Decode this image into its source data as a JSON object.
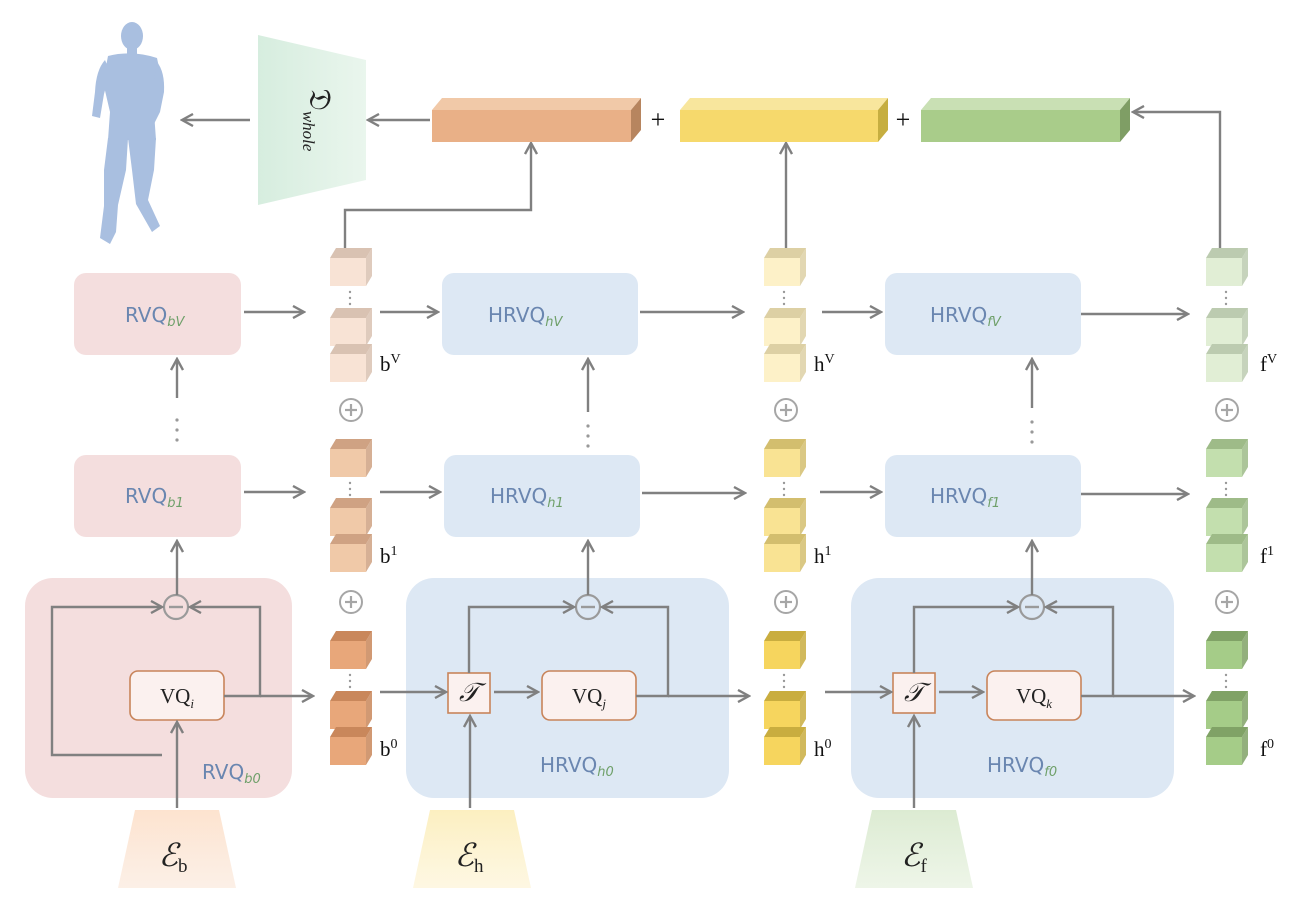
{
  "boxes": {
    "rvq_bV": {
      "base": "RVQ",
      "sub": "bV"
    },
    "rvq_b1": {
      "base": "RVQ",
      "sub": "b1"
    },
    "rvq_b0": {
      "base": "RVQ",
      "sub": "b0"
    },
    "hrvq_hV": {
      "base": "HRVQ",
      "sub": "hV"
    },
    "hrvq_h1": {
      "base": "HRVQ",
      "sub": "h1"
    },
    "hrvq_h0": {
      "base": "HRVQ",
      "sub": "h0"
    },
    "hrvq_fV": {
      "base": "HRVQ",
      "sub": "fV"
    },
    "hrvq_f1": {
      "base": "HRVQ",
      "sub": "f1"
    },
    "hrvq_f0": {
      "base": "HRVQ",
      "sub": "f0"
    }
  },
  "vq": {
    "i": {
      "base": "VQ",
      "sub": "i"
    },
    "j": {
      "base": "VQ",
      "sub": "j"
    },
    "k": {
      "base": "VQ",
      "sub": "k"
    }
  },
  "transform_symbol": "𝒯",
  "code_labels": {
    "bV": {
      "base": "b",
      "sup": "V"
    },
    "b1": {
      "base": "b",
      "sup": "1"
    },
    "b0": {
      "base": "b",
      "sup": "0"
    },
    "hV": {
      "base": "h",
      "sup": "V"
    },
    "h1": {
      "base": "h",
      "sup": "1"
    },
    "h0": {
      "base": "h",
      "sup": "0"
    },
    "fV": {
      "base": "f",
      "sup": "V"
    },
    "f1": {
      "base": "f",
      "sup": "1"
    },
    "f0": {
      "base": "f",
      "sup": "0"
    }
  },
  "encoders": {
    "b": {
      "base": "ℰ",
      "sub": "b"
    },
    "h": {
      "base": "ℰ",
      "sub": "h"
    },
    "f": {
      "base": "ℰ",
      "sub": "f"
    }
  },
  "decoder": {
    "base": "𝔇",
    "sub": "whole"
  },
  "plus_signs": [
    "+",
    "+"
  ],
  "colors": {
    "pink_box": "#f4dede",
    "blue_box": "#dde8f4",
    "box_text": "#6a86b0",
    "sub_text": "#6fa06a",
    "arrow": "#808080",
    "orange": "#e8b085",
    "yellow": "#f4d96a",
    "green": "#a8cc8a",
    "vq_border": "#c8845a"
  }
}
